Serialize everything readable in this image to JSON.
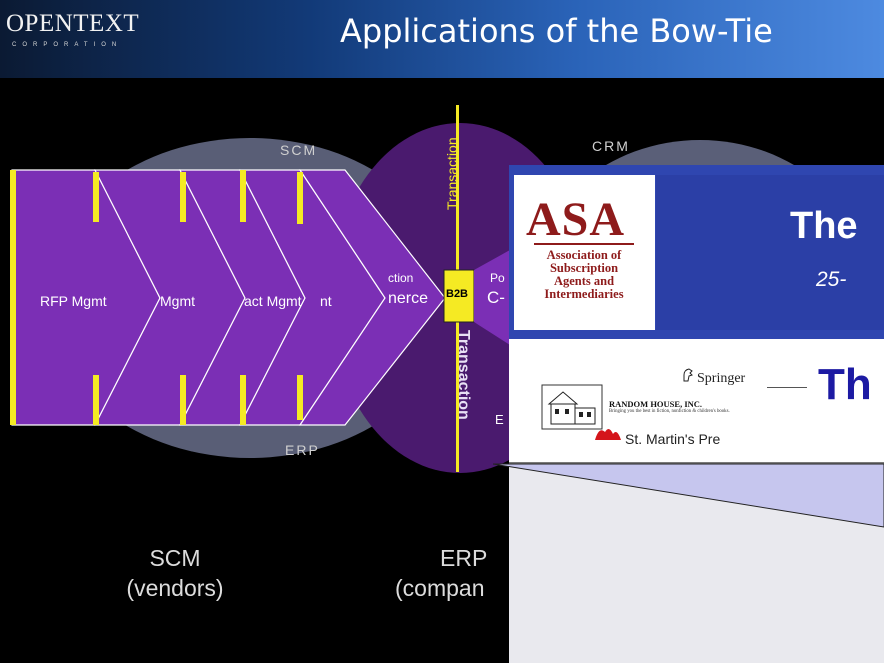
{
  "header": {
    "logo_text": "OPENTEXT",
    "logo_subtext": "CORPORATION",
    "title": "Applications of the Bow-Tie"
  },
  "diagram": {
    "arrows": [
      "RFP Mgmt",
      "Mgmt",
      "act Mgmt",
      "nt"
    ],
    "center_fragment_top": "ction",
    "center_fragment_bottom": "nerce",
    "hub_label": "B2B",
    "right_fragment_top": "Po",
    "right_fragment_bottom": "C-",
    "scm_top_label": "SCM",
    "erp_bottom_label": "ERP",
    "crm_top_label": "CRM",
    "vertical_top": "Transaction",
    "vertical_bottom": "Transaction",
    "small_fragment": "E",
    "scm_caption_line1": "SCM",
    "scm_caption_line2": "(vendors)",
    "erp_caption_line1": "ERP",
    "erp_caption_line2": "(compan"
  },
  "overlay": {
    "asa_letters": "ASA",
    "asa_name_lines": [
      "Association of",
      "Subscription",
      "Agents and",
      "Intermediaries"
    ],
    "title_fragment": "The",
    "date_fragment": "25-",
    "publisher_random_house": "RANDOM HOUSE, INC.",
    "publisher_random_house_tagline": "Bringing you the best in fiction, nonfiction & children's books.",
    "publisher_springer": "Springer",
    "publisher_title_fragment": "Th",
    "publisher_stmartins": "St. Martin's Pre"
  },
  "colors": {
    "purple": "#7b2fb5",
    "hub_yellow": "#f5ea23",
    "asa_red": "#8e1b1b",
    "asa_blue": "#2b3fa6"
  }
}
